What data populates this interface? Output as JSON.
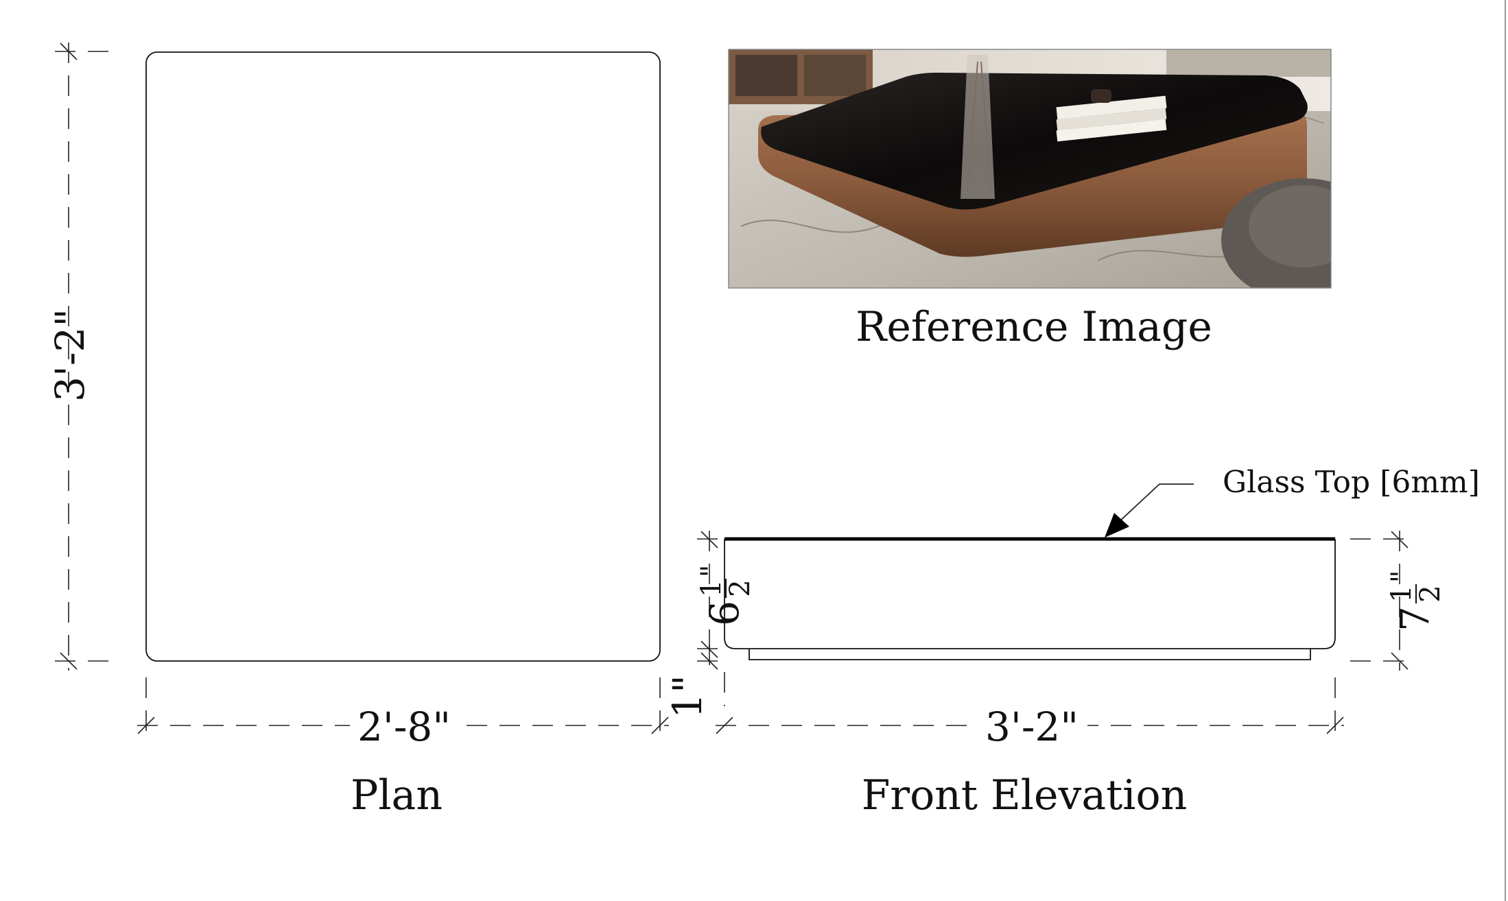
{
  "views": {
    "plan": {
      "title": "Plan",
      "width_dim": "2'-8\"",
      "height_dim": "3'-2\""
    },
    "reference": {
      "title": "Reference Image"
    },
    "front_elevation": {
      "title": "Front Elevation",
      "width_dim": "3'-2\"",
      "callout": "Glass Top [6mm]",
      "body_height": {
        "whole": "6",
        "num": "1",
        "den": "2",
        "unit": "\""
      },
      "overall_height": {
        "whole": "7",
        "num": "1",
        "den": "2",
        "unit": "\""
      },
      "base_height": "1\""
    }
  },
  "colors": {
    "line": "#111111",
    "glass": "#000000",
    "bronze": "#8a5a3c",
    "marble": "#cfcac2",
    "background": "#ffffff"
  }
}
